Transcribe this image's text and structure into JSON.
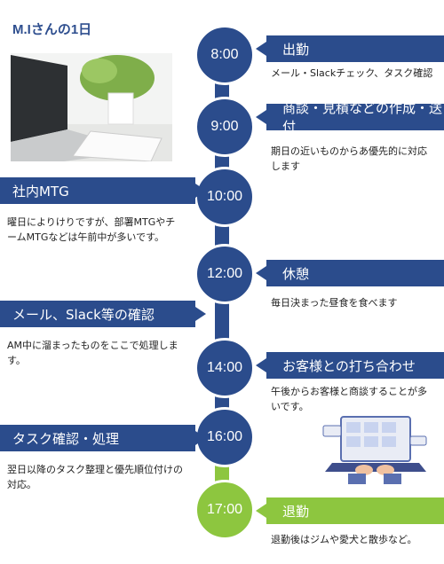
{
  "title": "M.Iさんの1日",
  "timeline": [
    {
      "time": "8:00",
      "label": "出勤",
      "desc": "メール・Slackチェック、タスク確認"
    },
    {
      "time": "9:00",
      "label": "商談・見積などの作成・送付",
      "desc": "期日の近いものからあ優先的に対応します"
    },
    {
      "time": "10:00",
      "label": "社内MTG",
      "desc": "曜日によりけりですが、部署MTGやチームMTGなどは午前中が多いです。"
    },
    {
      "time": "12:00",
      "label": "休憩",
      "desc": "毎日決まった昼食を食べます"
    },
    {
      "time": "",
      "label": "メール、Slack等の確認",
      "desc": "AM中に溜まったものをここで処理します。"
    },
    {
      "time": "14:00",
      "label": "お客様との打ち合わせ",
      "desc": "午後からお客様と商談することが多いです。"
    },
    {
      "time": "16:00",
      "label": "タスク確認・処理",
      "desc": "翌日以降のタスク整理と優先順位付けの対応。"
    },
    {
      "time": "17:00",
      "label": "退勤",
      "desc": "退勤後はジムや愛犬と散歩など。"
    }
  ],
  "colors": {
    "primary": "#2b4c8c",
    "accent": "#8dc63f"
  }
}
